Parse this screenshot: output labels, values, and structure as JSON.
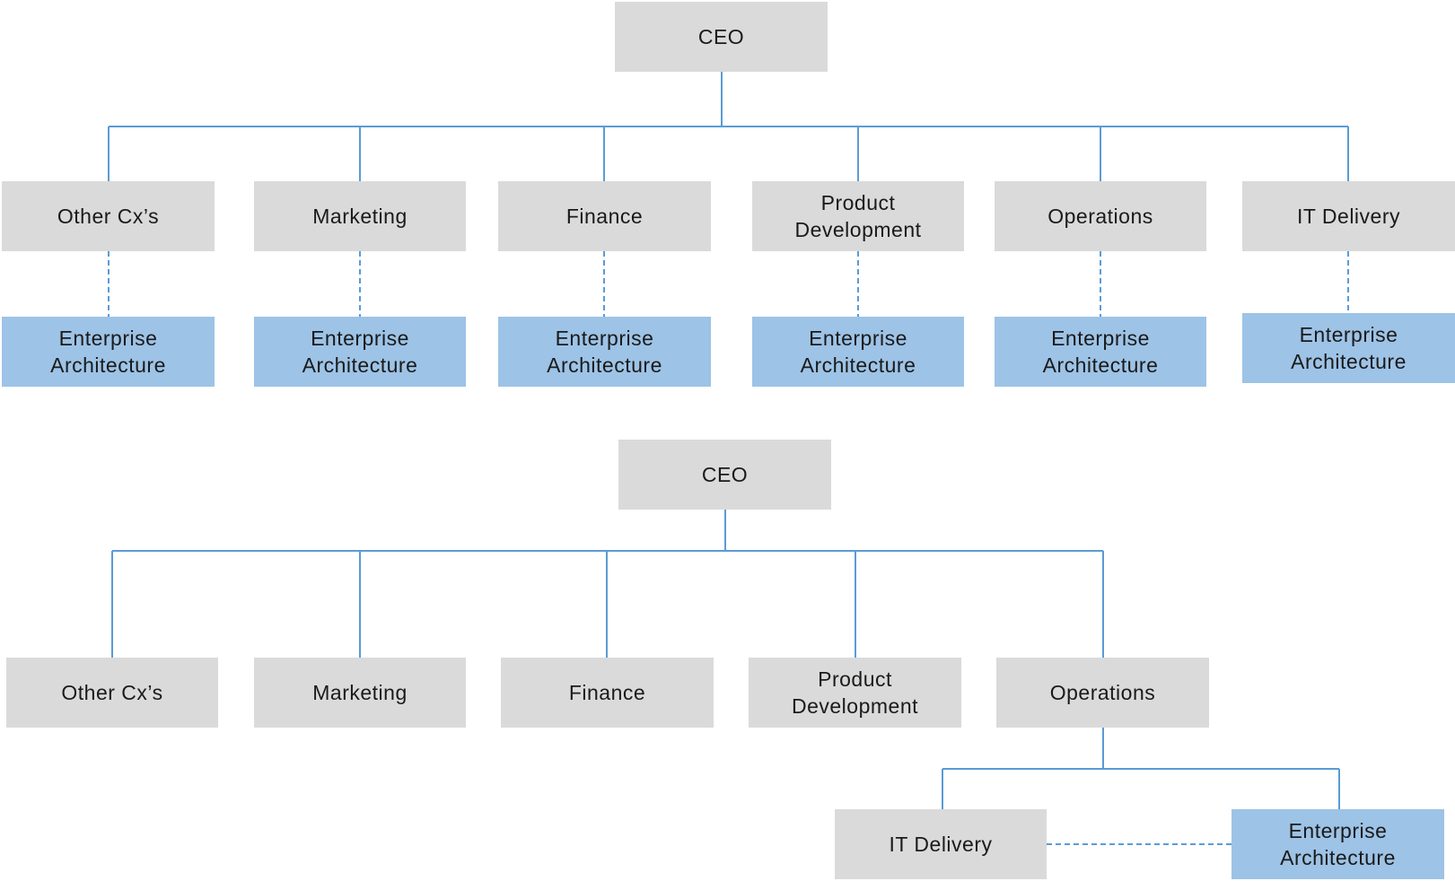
{
  "colors": {
    "gray_box": "#dadada",
    "blue_box": "#9dc3e6",
    "connector": "#5b9bd5"
  },
  "chart_top": {
    "ceo": "CEO",
    "departments": [
      "Other Cx’s",
      "Marketing",
      "Finance",
      "Product\nDevelopment",
      "Operations",
      "IT Delivery"
    ],
    "embedded_label": "Enterprise\nArchitecture"
  },
  "chart_bottom": {
    "ceo": "CEO",
    "departments": [
      "Other Cx’s",
      "Marketing",
      "Finance",
      "Product\nDevelopment",
      "Operations"
    ],
    "operations_children": {
      "it_delivery": "IT Delivery",
      "enterprise_architecture": "Enterprise\nArchitecture"
    }
  }
}
